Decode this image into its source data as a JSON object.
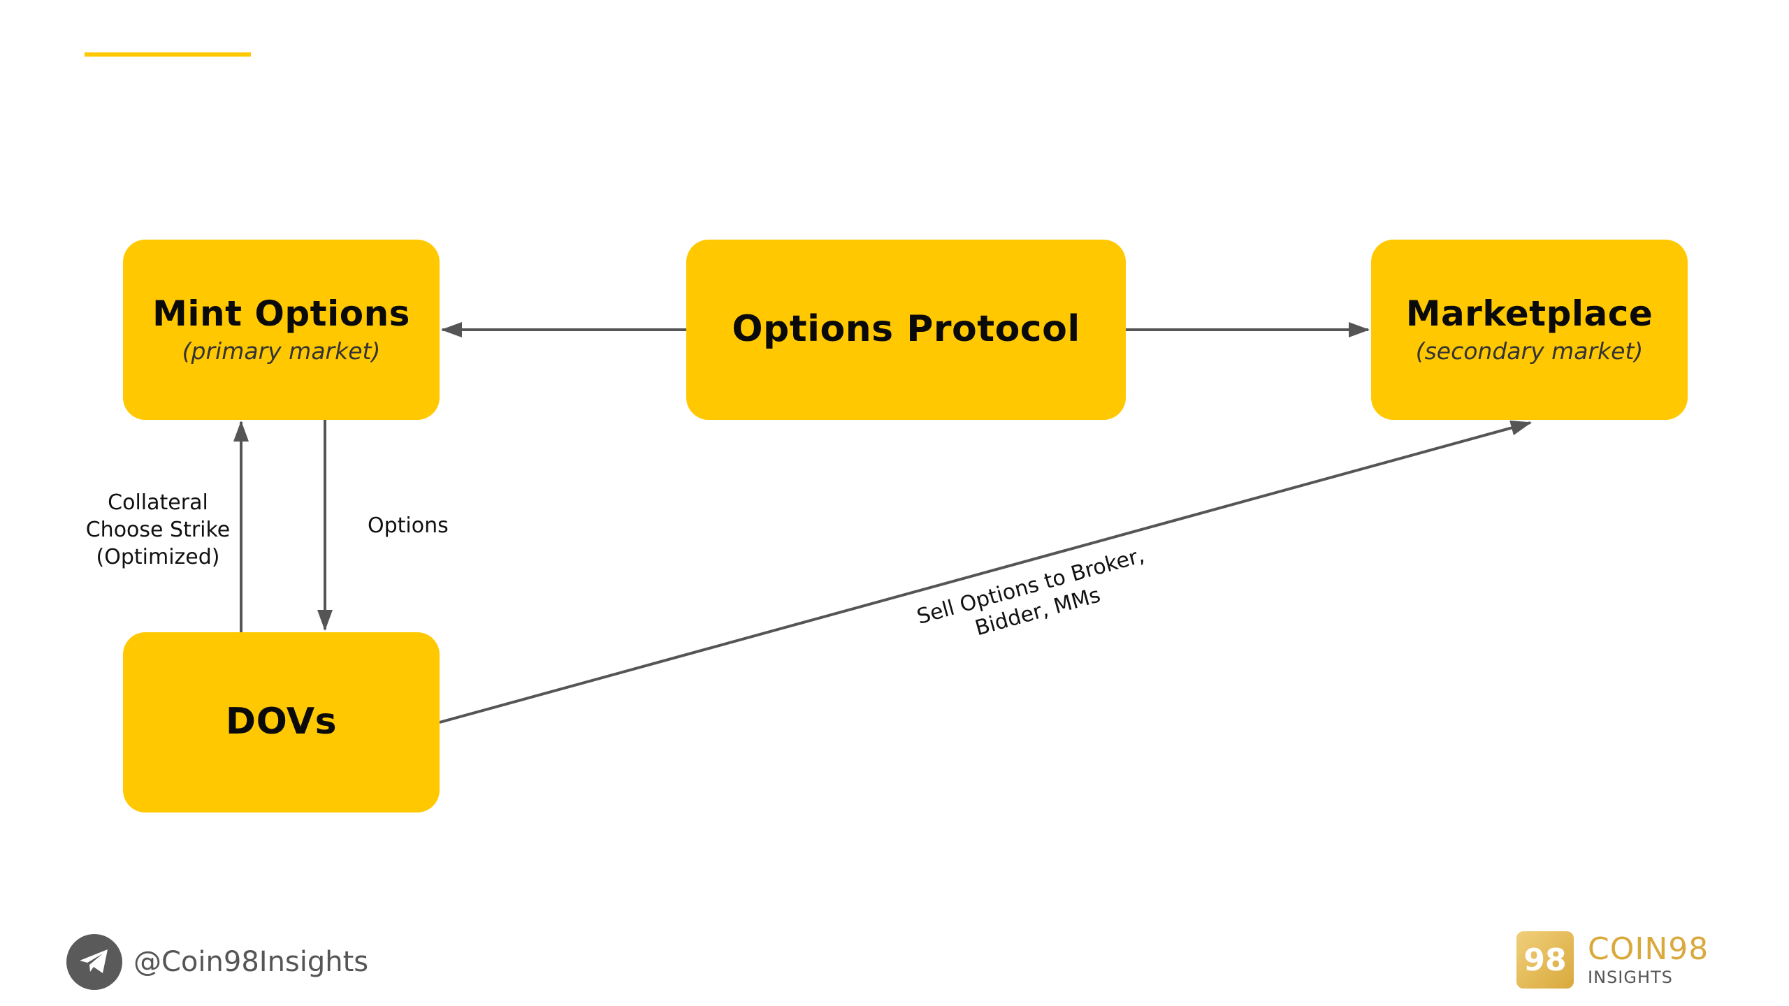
{
  "nodes": {
    "mint": {
      "title": "Mint Options",
      "subtitle": "(primary market)"
    },
    "protocol": {
      "title": "Options Protocol"
    },
    "marketplace": {
      "title": "Marketplace",
      "subtitle": "(secondary market)"
    },
    "dovs": {
      "title": "DOVs"
    }
  },
  "edges": {
    "collateral": {
      "lines": [
        "Collateral",
        "Choose Strike",
        "(Optimized)"
      ]
    },
    "options": {
      "label": "Options"
    },
    "sell": {
      "lines": [
        "Sell Options to Broker,",
        "Bidder, MMs"
      ]
    }
  },
  "footer": {
    "handle": "@Coin98Insights",
    "brand_mark": "98",
    "brand_name": "COIN98",
    "brand_sub": "INSIGHTS"
  },
  "colors": {
    "node_fill": "#FFC800",
    "arrow": "#555555",
    "brand": "#D9A93C",
    "icon": "telegram-icon"
  }
}
